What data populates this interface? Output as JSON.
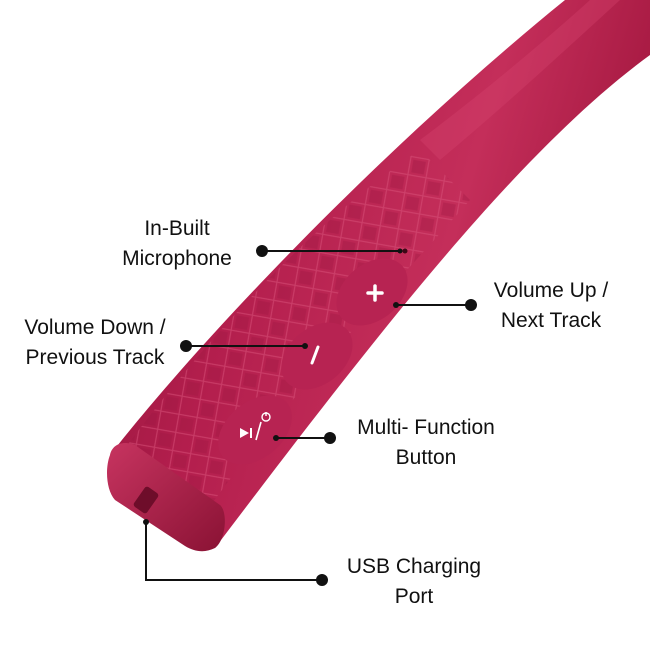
{
  "colors": {
    "device_body": "#b31e4d",
    "device_shadow": "#7a0f2f",
    "device_highlight": "#d6456f",
    "callout_line": "#111111",
    "button_symbol": "#ffffff"
  },
  "callouts": {
    "microphone": {
      "line1": "In-Built",
      "line2": "Microphone"
    },
    "volume_up": {
      "line1": "Volume Up /",
      "line2": "Next Track"
    },
    "volume_down": {
      "line1": "Volume Down /",
      "line2": "Previous Track"
    },
    "multi_function": {
      "line1": "Multi- Function",
      "line2": "Button"
    },
    "usb_port": {
      "line1": "USB Charging",
      "line2": "Port"
    }
  },
  "buttons": {
    "plus_symbol": "+",
    "minus_symbol": "−",
    "play_pause_icon": "play-pause-power-icon"
  }
}
